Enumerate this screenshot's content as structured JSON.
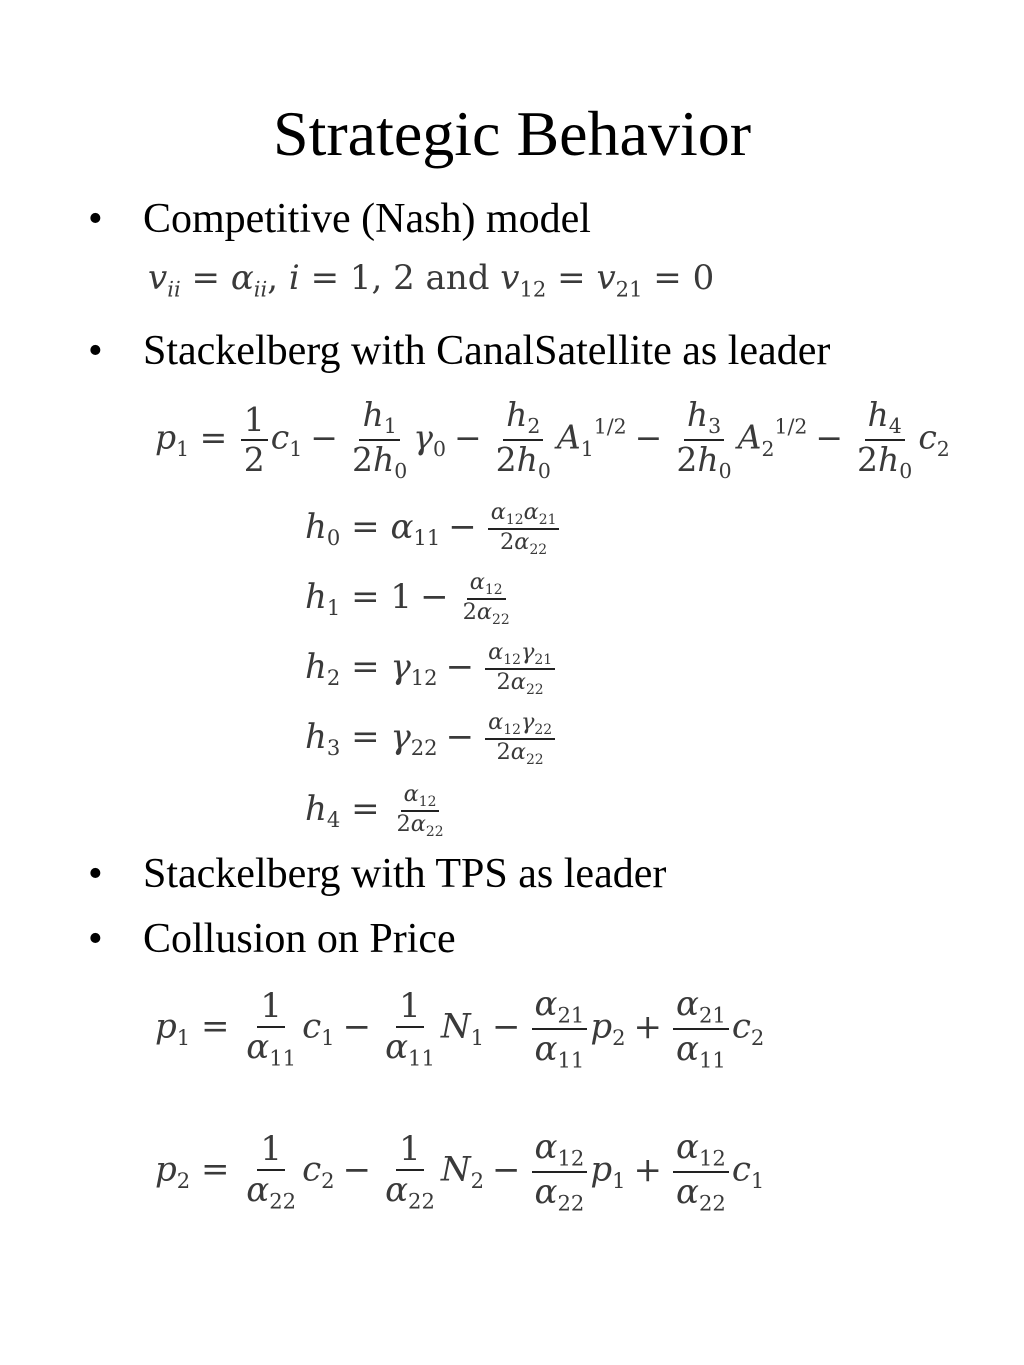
{
  "title": "Strategic Behavior",
  "bullets": [
    {
      "marker": "•",
      "text": "Competitive (Nash) model"
    },
    {
      "marker": "•",
      "text": "Stackelberg with CanalSatellite as leader"
    },
    {
      "marker": "•",
      "text": "Stackelberg with TPS as leader"
    },
    {
      "marker": "•",
      "text": "Collusion on Price"
    }
  ],
  "equations": {
    "nash": "v_ii = α_ii, i = 1, 2 and v_12 = v_21 = 0",
    "p1_stackelberg": "p_1 = (1/2)c_1 − (h_1/2h_0)γ_0 − (h_2/2h_0)A_1^{1/2} − (h_3/2h_0)A_2^{1/2} − (h_4/2h_0)c_2",
    "h0": "h_0 = α_11 − α_12α_21 / 2α_22",
    "h1": "h_1 = 1 − α_12 / 2α_22",
    "h2": "h_2 = γ_12 − α_12γ_21 / 2α_22",
    "h3": "h_3 = γ_22 − α_12γ_22 / 2α_22",
    "h4": "h_4 = α_12 / 2α_22",
    "p1_collusion": "p_1 = (1/α_11)c_1 − (1/α_11)N_1 − (α_21/α_11)p_2 + (α_21/α_11)c_2",
    "p2_collusion": "p_2 = (1/α_22)c_2 − (1/α_22)N_2 − (α_12/α_22)p_1 + (α_12/α_22)c_1"
  }
}
